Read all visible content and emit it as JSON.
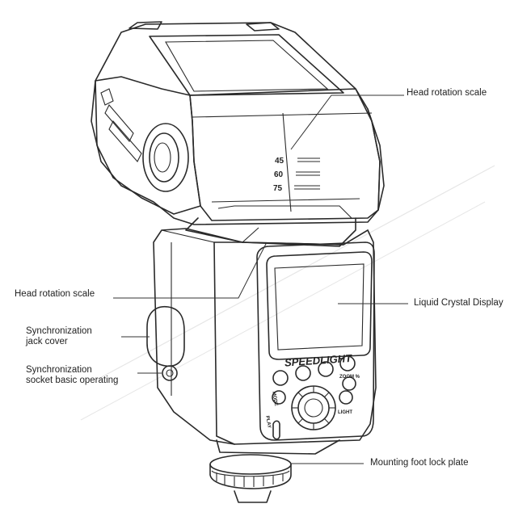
{
  "callouts": {
    "head_rotation_scale_top": "Head rotation scale",
    "head_rotation_scale_left": "Head rotation scale",
    "lcd": "Liquid Crystal Display",
    "sync_jack_cover_line1": "Synchronization",
    "sync_jack_cover_line2": "jack cover",
    "sync_socket_line1": "Synchronization",
    "sync_socket_line2": "socket basic operating",
    "mounting_foot": "Mounting foot lock plate"
  },
  "scale_marks": [
    "45",
    "60",
    "75"
  ],
  "panel": {
    "brand": "SPEEDLIGHT",
    "mode_label": "MODE",
    "play_label": "PLAY",
    "zoom_label": "ZOOM %",
    "light_label": "LIGHT"
  }
}
